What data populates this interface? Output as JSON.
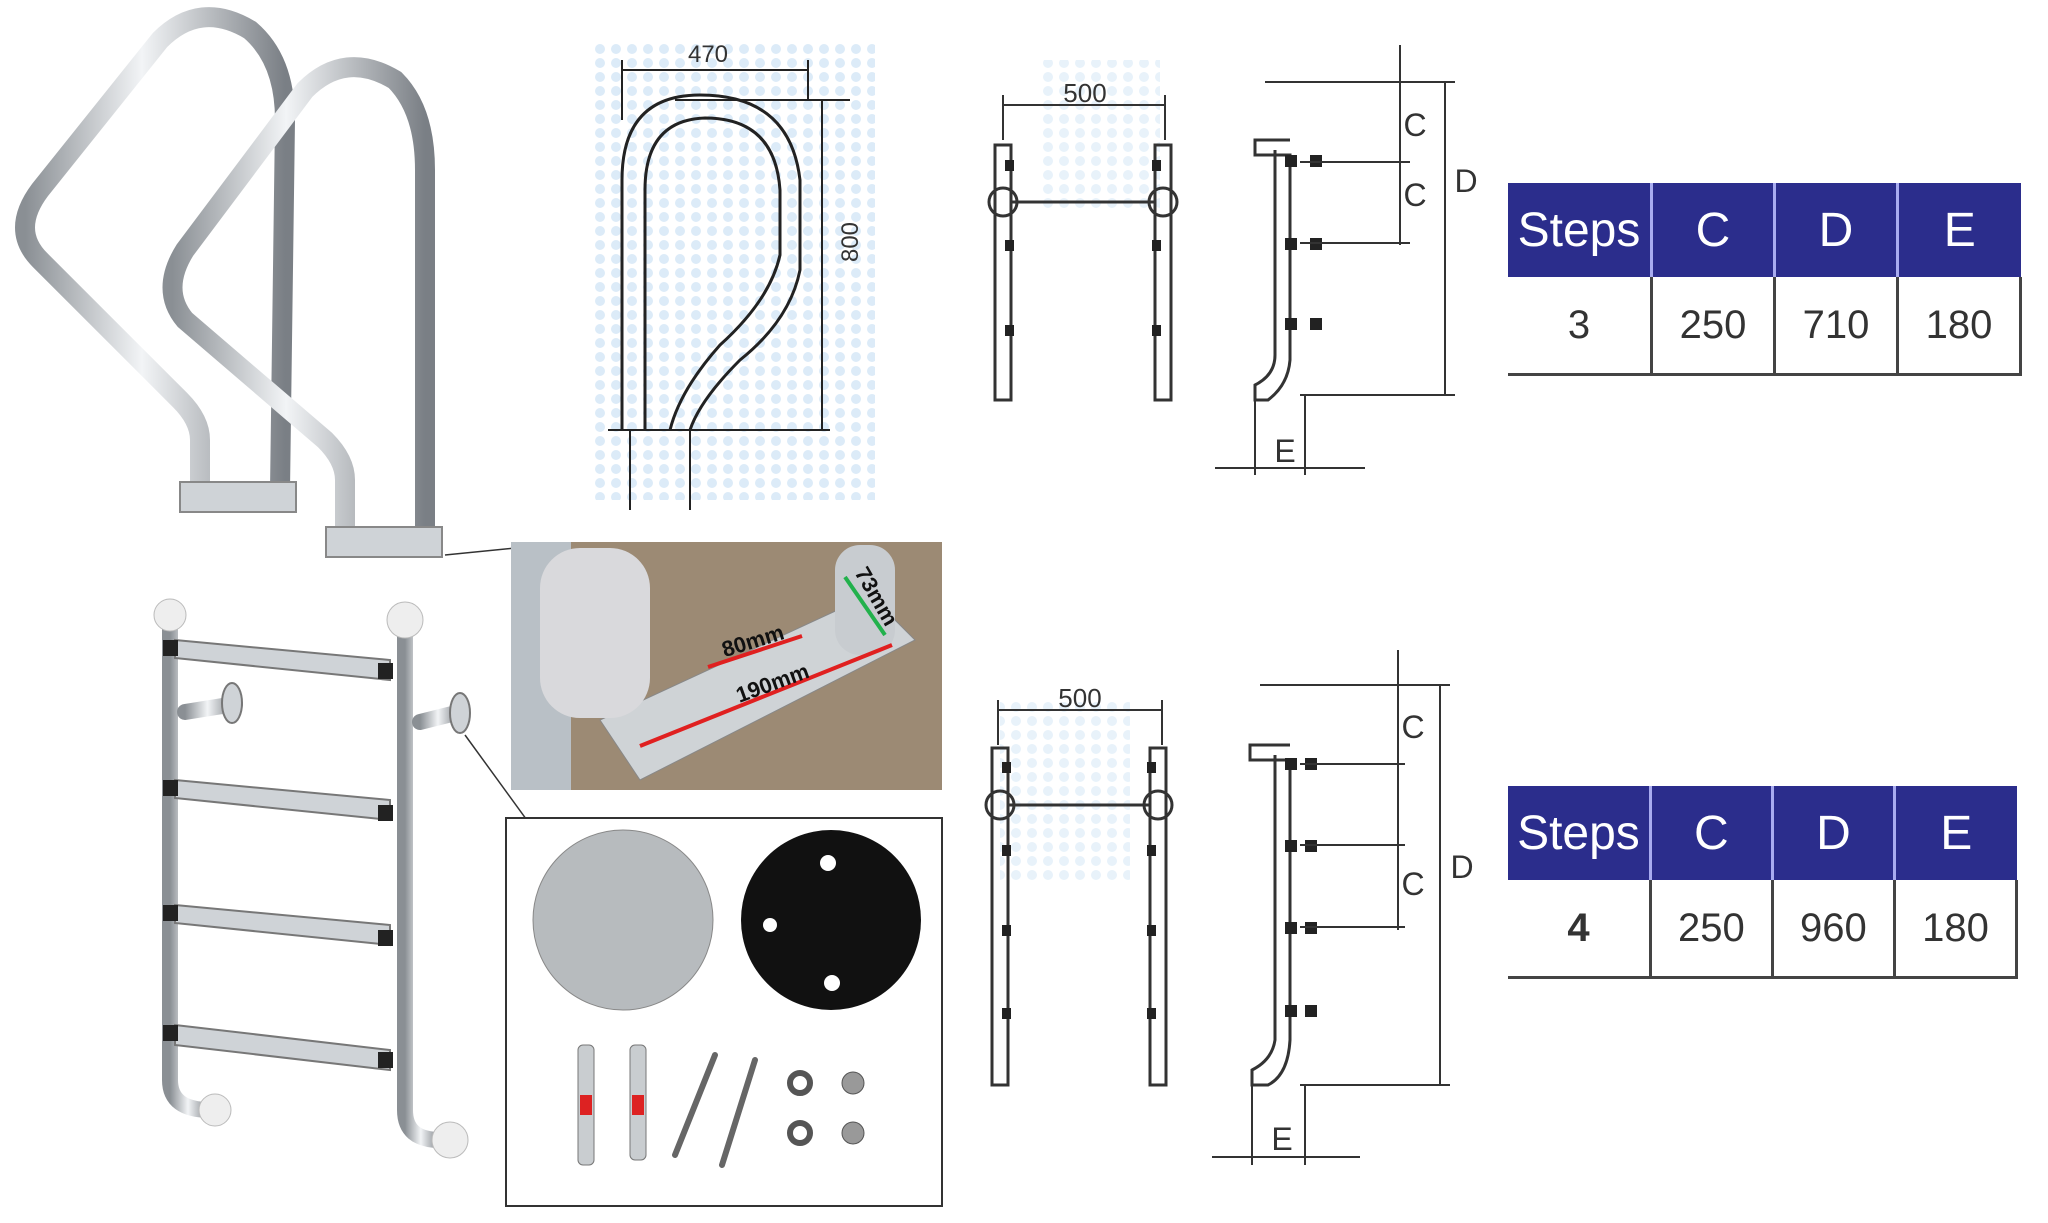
{
  "handrail_drawing": {
    "width_label": "470",
    "height_label": "800"
  },
  "ladder_3_step": {
    "front_width_label": "500",
    "side_labels": {
      "c1": "C",
      "c2": "C",
      "d": "D",
      "e": "E"
    },
    "table": {
      "headers": [
        "Steps",
        "C",
        "D",
        "E"
      ],
      "row": [
        "3",
        "250",
        "710",
        "180"
      ]
    }
  },
  "ladder_4_step": {
    "front_width_label": "500",
    "side_labels": {
      "c1": "C",
      "c2": "C",
      "d": "D",
      "e": "E"
    },
    "table": {
      "headers": [
        "Steps",
        "C",
        "D",
        "E"
      ],
      "row": [
        "4",
        "250",
        "960",
        "180"
      ]
    }
  },
  "base_plate_photo": {
    "hole_spacing": "80mm",
    "plate_length": "190mm",
    "tube_diameter": "73mm"
  },
  "colors": {
    "table_header": "#2b2d8c",
    "measure_red": "#e02020",
    "measure_green": "#22b14c"
  }
}
